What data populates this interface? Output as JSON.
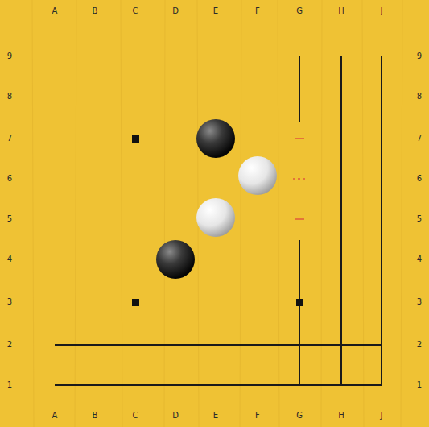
{
  "diagram": {
    "labels": [
      "A",
      "B",
      "C",
      "D",
      "E",
      "F",
      "G",
      "H",
      "J",
      "A",
      "B",
      "C",
      "D",
      "E",
      "F",
      "G",
      "H",
      "J",
      "9",
      "8",
      "7",
      "6",
      "5",
      "4",
      "3",
      "2",
      "1",
      "9",
      "8",
      "7",
      "6",
      "5",
      "4",
      "3",
      "2",
      "1"
    ]
  }
}
